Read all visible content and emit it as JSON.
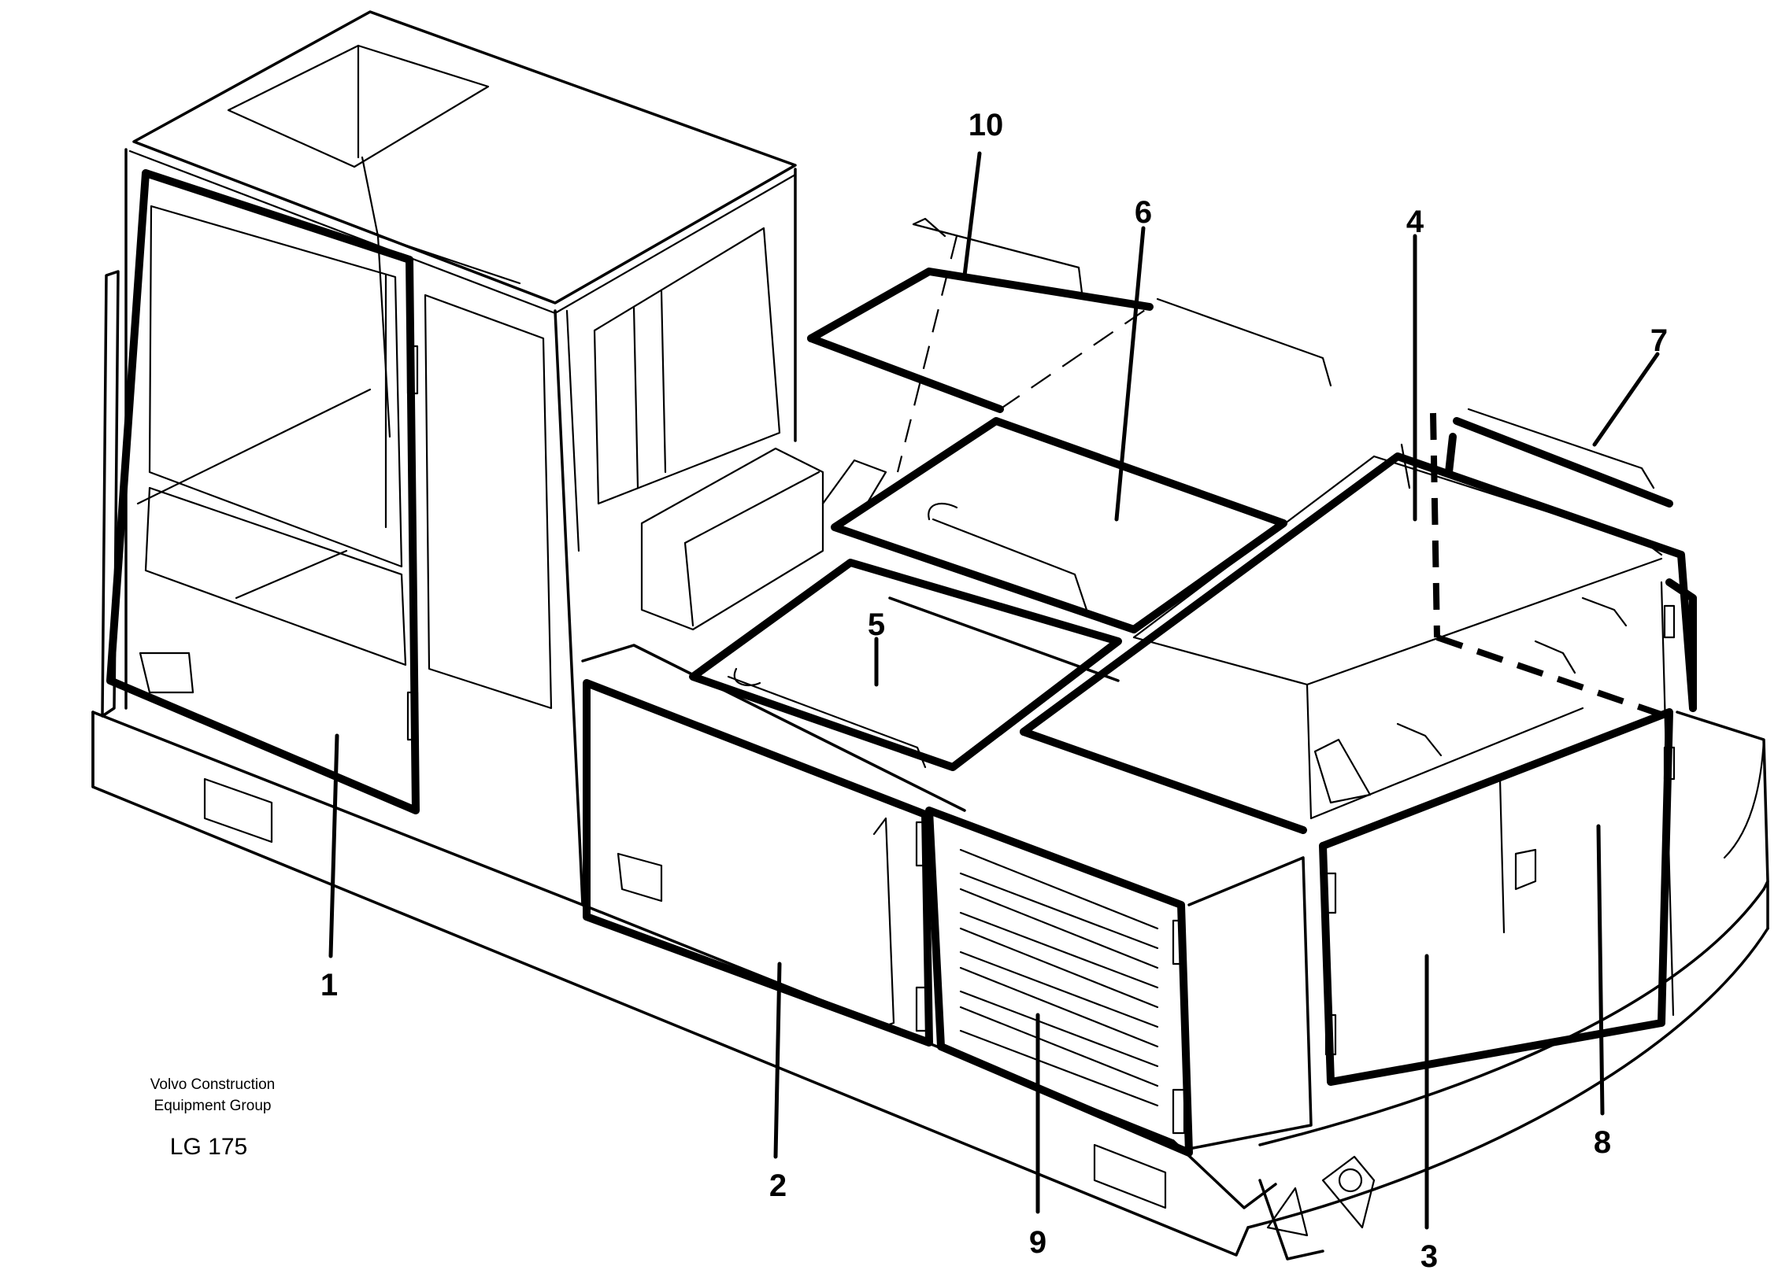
{
  "caption": {
    "company_line1": "Volvo Construction",
    "company_line2": "Equipment Group",
    "figure_code": "LG 175"
  },
  "callouts": {
    "c1": "1",
    "c2": "2",
    "c3": "3",
    "c4": "4",
    "c5": "5",
    "c6": "6",
    "c7": "7",
    "c8": "8",
    "c9": "9",
    "c10": "10"
  }
}
